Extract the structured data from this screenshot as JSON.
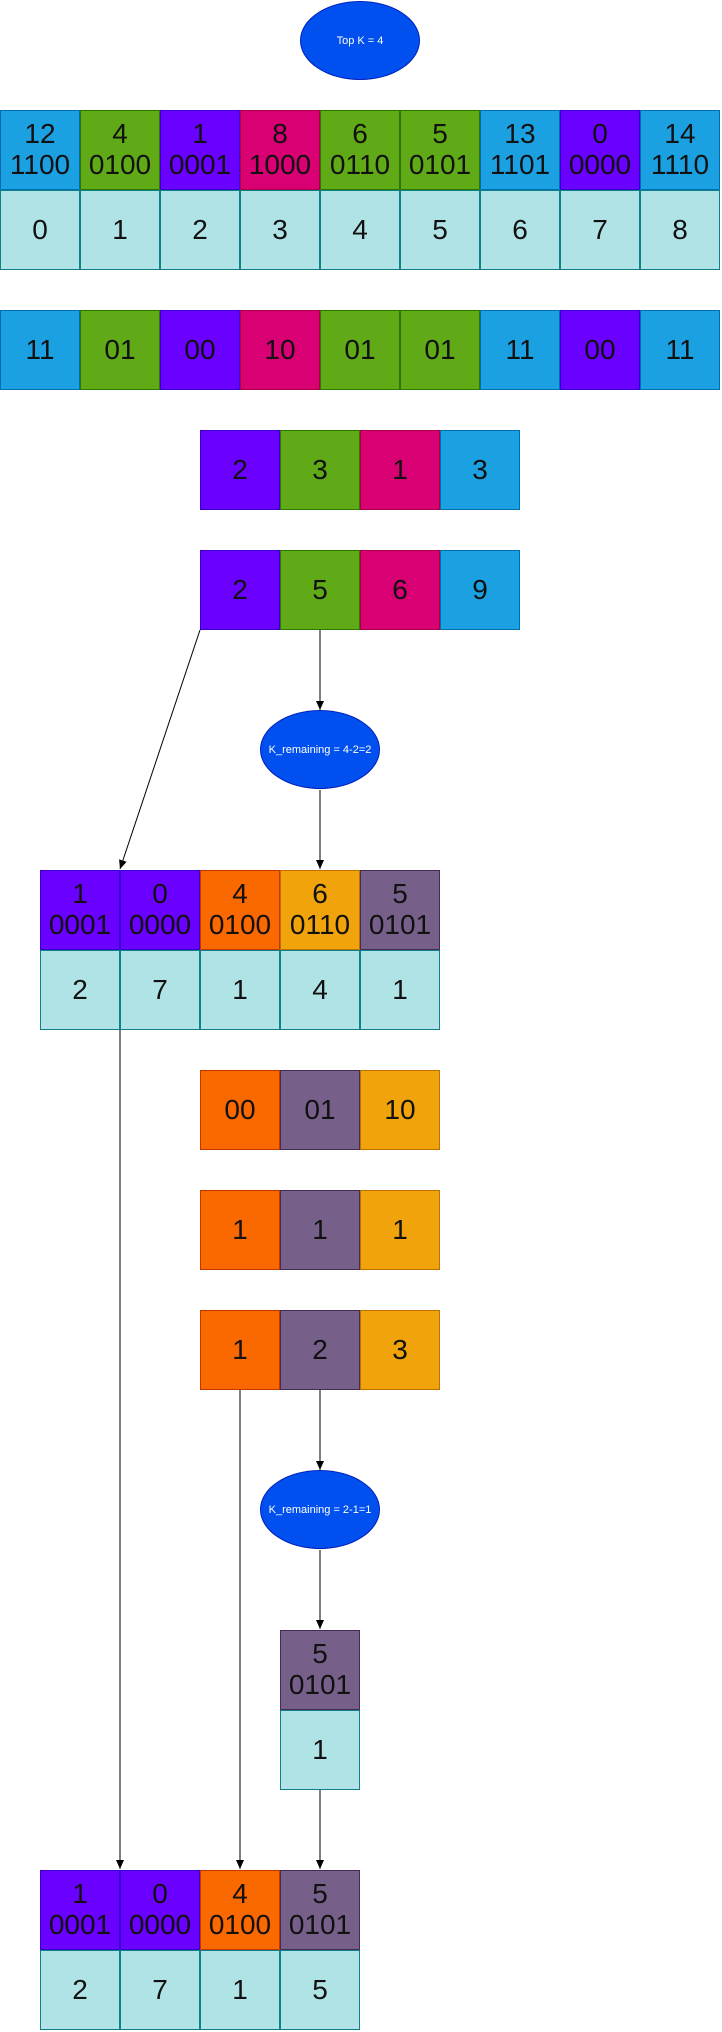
{
  "colors": {
    "blue": "#1ba1e2",
    "green": "#60a917",
    "purple": "#6a00ff",
    "pink": "#d80073",
    "orange": "#fa6800",
    "amber": "#f0a30a",
    "mauve": "#76608a",
    "index_cell": "#b0e3e6",
    "ellipse": "#0050ef"
  },
  "notes": {
    "top_k": "Top K = 4",
    "k_remaining_1": "K_remaining = 4-2=2",
    "k_remaining_2": "K_remaining = 2-1=1"
  },
  "input_array": {
    "values": [
      {
        "num": "12",
        "bin": "1100",
        "color": "blue"
      },
      {
        "num": "4",
        "bin": "0100",
        "color": "green"
      },
      {
        "num": "1",
        "bin": "0001",
        "color": "purple"
      },
      {
        "num": "8",
        "bin": "1000",
        "color": "pink"
      },
      {
        "num": "6",
        "bin": "0110",
        "color": "green"
      },
      {
        "num": "5",
        "bin": "0101",
        "color": "green"
      },
      {
        "num": "13",
        "bin": "1101",
        "color": "blue"
      },
      {
        "num": "0",
        "bin": "0000",
        "color": "purple"
      },
      {
        "num": "14",
        "bin": "1110",
        "color": "blue"
      }
    ],
    "indices": [
      "0",
      "1",
      "2",
      "3",
      "4",
      "5",
      "6",
      "7",
      "8"
    ]
  },
  "prefix_row_1": {
    "items": [
      {
        "label": "11",
        "color": "blue"
      },
      {
        "label": "01",
        "color": "green"
      },
      {
        "label": "00",
        "color": "purple"
      },
      {
        "label": "10",
        "color": "pink"
      },
      {
        "label": "01",
        "color": "green"
      },
      {
        "label": "01",
        "color": "green"
      },
      {
        "label": "11",
        "color": "blue"
      },
      {
        "label": "00",
        "color": "purple"
      },
      {
        "label": "11",
        "color": "blue"
      }
    ]
  },
  "histogram_1": {
    "items": [
      {
        "label": "2",
        "color": "purple"
      },
      {
        "label": "3",
        "color": "green"
      },
      {
        "label": "1",
        "color": "pink"
      },
      {
        "label": "3",
        "color": "blue"
      }
    ]
  },
  "cumsum_1": {
    "items": [
      {
        "label": "2",
        "color": "purple"
      },
      {
        "label": "5",
        "color": "green"
      },
      {
        "label": "6",
        "color": "pink"
      },
      {
        "label": "9",
        "color": "blue"
      }
    ]
  },
  "filtered_array": {
    "values": [
      {
        "num": "1",
        "bin": "0001",
        "color": "purple"
      },
      {
        "num": "0",
        "bin": "0000",
        "color": "purple"
      },
      {
        "num": "4",
        "bin": "0100",
        "color": "orange"
      },
      {
        "num": "6",
        "bin": "0110",
        "color": "amber"
      },
      {
        "num": "5",
        "bin": "0101",
        "color": "mauve"
      }
    ],
    "indices": [
      "2",
      "7",
      "1",
      "4",
      "1"
    ]
  },
  "prefix_row_2": {
    "items": [
      {
        "label": "00",
        "color": "orange"
      },
      {
        "label": "01",
        "color": "mauve"
      },
      {
        "label": "10",
        "color": "amber"
      }
    ]
  },
  "histogram_2": {
    "items": [
      {
        "label": "1",
        "color": "orange"
      },
      {
        "label": "1",
        "color": "mauve"
      },
      {
        "label": "1",
        "color": "amber"
      }
    ]
  },
  "cumsum_2": {
    "items": [
      {
        "label": "1",
        "color": "orange"
      },
      {
        "label": "2",
        "color": "mauve"
      },
      {
        "label": "3",
        "color": "amber"
      }
    ]
  },
  "single_selection": {
    "values": [
      {
        "num": "5",
        "bin": "0101",
        "color": "mauve"
      }
    ],
    "indices": [
      "1"
    ]
  },
  "final_result": {
    "values": [
      {
        "num": "1",
        "bin": "0001",
        "color": "purple"
      },
      {
        "num": "0",
        "bin": "0000",
        "color": "purple"
      },
      {
        "num": "4",
        "bin": "0100",
        "color": "orange"
      },
      {
        "num": "5",
        "bin": "0101",
        "color": "mauve"
      }
    ],
    "indices": [
      "2",
      "7",
      "1",
      "5"
    ]
  }
}
